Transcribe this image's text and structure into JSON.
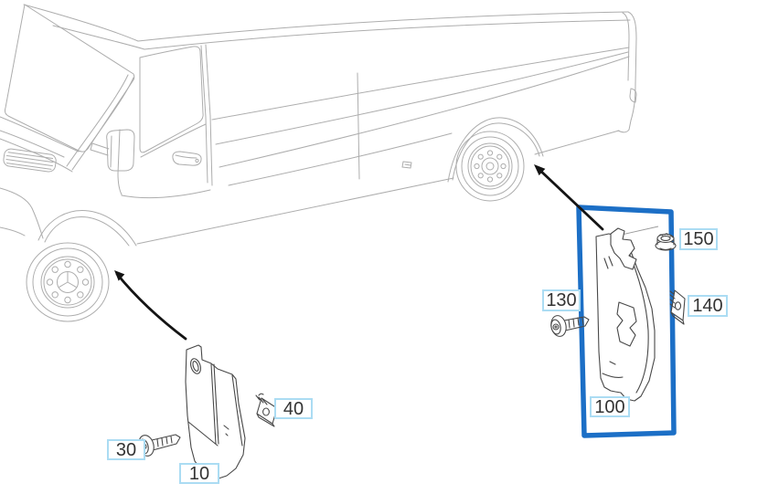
{
  "colors": {
    "background": "#ffffff",
    "highlight_box": "#1c6fc6",
    "callout_border": "#abdcf3",
    "callout_text": "#333333",
    "vehicle_lines": "#adadad",
    "part_lines": "#484848",
    "arrow": "#141414"
  },
  "highlighted_callout": "100",
  "callouts": [
    {
      "label": "10",
      "icon": "front-mud-flap-drawing"
    },
    {
      "label": "30",
      "icon": "screw-drawing"
    },
    {
      "label": "40",
      "icon": "clip-nut-drawing"
    },
    {
      "label": "100",
      "icon": "rear-mud-flap-drawing"
    },
    {
      "label": "130",
      "icon": "screw-drawing"
    },
    {
      "label": "140",
      "icon": "clip-nut-drawing"
    },
    {
      "label": "150",
      "icon": "push-nut-drawing"
    }
  ]
}
